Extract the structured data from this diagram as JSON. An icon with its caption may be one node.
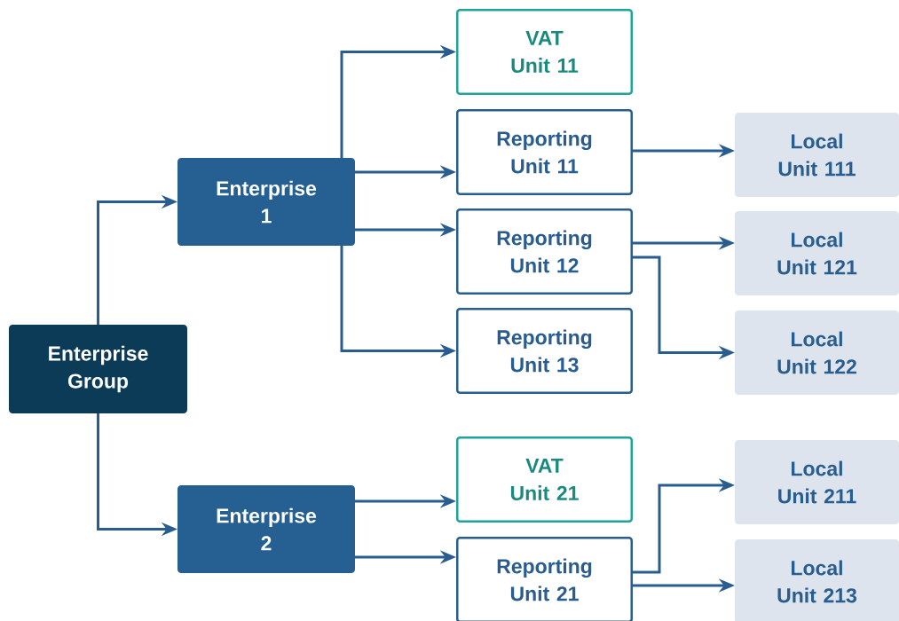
{
  "diagram": {
    "nodes": [
      {
        "text": [
          "Enterprise Group"
        ]
      },
      {
        "text": [
          "Enterprise 1"
        ]
      },
      {
        "text": [
          "Enterprise 2"
        ]
      },
      {
        "text": [
          "VAT Unit 11"
        ]
      },
      {
        "text": [
          "Reporting Unit 11"
        ]
      },
      {
        "text": [
          "Reporting Unit 12"
        ]
      },
      {
        "text": [
          "Reporting Unit 13"
        ]
      },
      {
        "text": [
          "VAT Unit 21"
        ]
      },
      {
        "text": [
          "Reporting Unit 21"
        ]
      },
      {
        "text": [
          "Local Unit 111"
        ]
      },
      {
        "text": [
          "Local Unit 121"
        ]
      },
      {
        "text": [
          "Local Unit 122"
        ]
      },
      {
        "text": [
          "Local Unit 211"
        ]
      },
      {
        "text": [
          "Local Unit 213"
        ]
      }
    ],
    "edges": [
      {
        "from": 0,
        "to": 1,
        "arrow": "to"
      },
      {
        "from": 0,
        "to": 2,
        "arrow": "to"
      },
      {
        "from": 1,
        "to": 3,
        "arrow": "to"
      },
      {
        "from": 1,
        "to": 4,
        "arrow": "to"
      },
      {
        "from": 1,
        "to": 5,
        "arrow": "to"
      },
      {
        "from": 1,
        "to": 6,
        "arrow": "to"
      },
      {
        "from": 4,
        "to": 9,
        "arrow": "to"
      },
      {
        "from": 5,
        "to": 10,
        "arrow": "to"
      },
      {
        "from": 5,
        "to": 11,
        "arrow": "to"
      },
      {
        "from": 2,
        "to": 7,
        "arrow": "to"
      },
      {
        "from": 2,
        "to": 8,
        "arrow": "to"
      },
      {
        "from": 8,
        "to": 12,
        "arrow": "to"
      },
      {
        "from": 8,
        "to": 13,
        "arrow": "to"
      }
    ]
  }
}
